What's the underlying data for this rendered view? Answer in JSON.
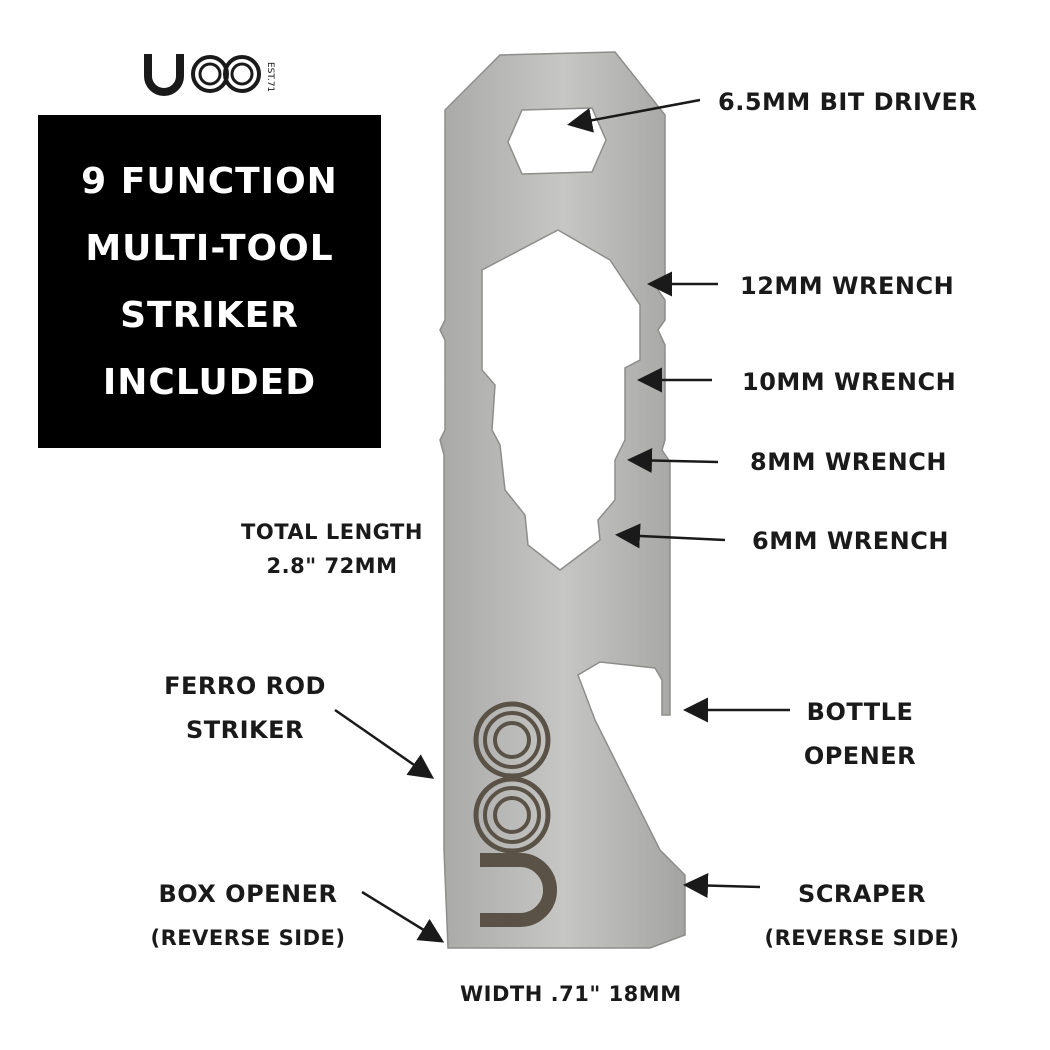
{
  "brand": {
    "logo_text": "UCO",
    "established": "EST.71",
    "engraving": "UCO"
  },
  "promo": {
    "lines": [
      "9 FUNCTION",
      "MULTI-TOOL",
      "STRIKER",
      "INCLUDED"
    ]
  },
  "callouts": {
    "bit_driver": "6.5MM BIT DRIVER",
    "wrench_12": "12MM WRENCH",
    "wrench_10": "10MM WRENCH",
    "wrench_8": "8MM WRENCH",
    "wrench_6": "6MM WRENCH",
    "total_length": {
      "line1": "TOTAL LENGTH",
      "line2": "2.8\" 72MM"
    },
    "ferro_rod": {
      "line1": "FERRO ROD",
      "line2": "STRIKER"
    },
    "bottle_opener": {
      "line1": "BOTTLE",
      "line2": "OPENER"
    },
    "box_opener": {
      "line1": "BOX OPENER",
      "line2": "(REVERSE SIDE)"
    },
    "scraper": {
      "line1": "SCRAPER",
      "line2": "(REVERSE SIDE)"
    },
    "width": "WIDTH .71\" 18MM"
  },
  "colors": {
    "promo_bg": "#000000",
    "steel": "#bdbdbb",
    "engraving": "#5a5246",
    "text": "#1a1a1a"
  }
}
